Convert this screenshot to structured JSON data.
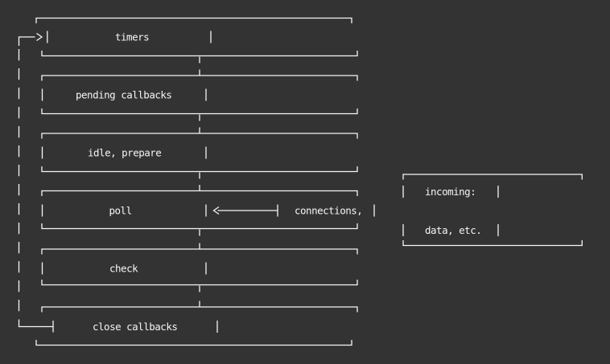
{
  "colors": {
    "background": "#333333",
    "foreground": "#f5f5f5"
  },
  "event_loop": {
    "phases": [
      {
        "label": "timers"
      },
      {
        "label": "pending callbacks"
      },
      {
        "label": "idle, prepare"
      },
      {
        "label": "poll"
      },
      {
        "label": "check"
      },
      {
        "label": "close callbacks"
      }
    ],
    "external_input_box": {
      "lines": [
        "incoming:",
        "connections,",
        "data, etc."
      ]
    },
    "arrowheads": {
      "loop_entry": ">",
      "external_to_poll": "<"
    }
  }
}
